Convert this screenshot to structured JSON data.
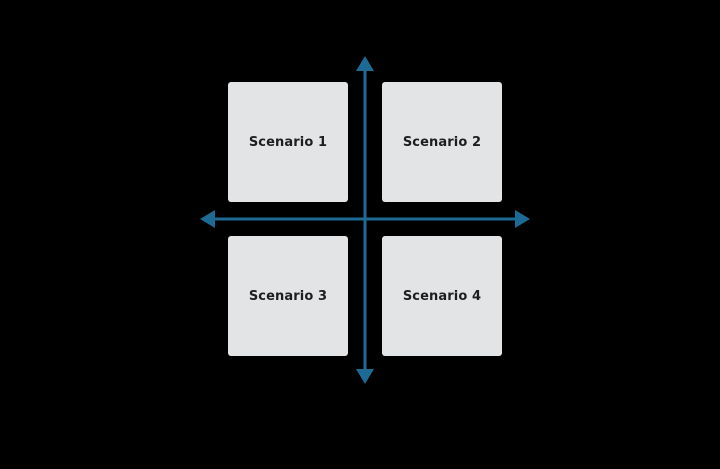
{
  "diagram": {
    "background_color": "#000000",
    "box_color": "#e3e4e6",
    "axis_color": "#1d6b94",
    "quadrants": [
      {
        "label": "Scenario 1"
      },
      {
        "label": "Scenario 2"
      },
      {
        "label": "Scenario 3"
      },
      {
        "label": "Scenario 4"
      }
    ]
  }
}
